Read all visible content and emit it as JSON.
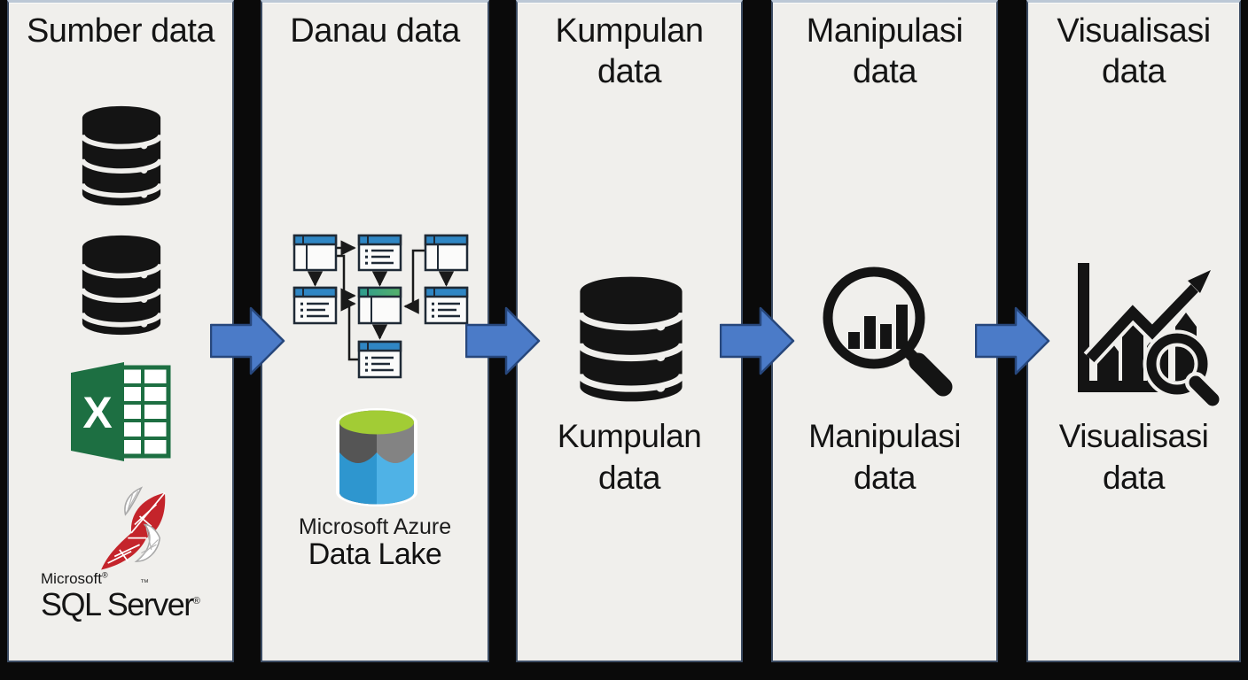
{
  "colors": {
    "background": "#0a0a0a",
    "panel": "#f0efec",
    "panel_border": "#3c4c63",
    "flow_arrow_fill": "#4b7bc8",
    "flow_arrow_border": "#27477c",
    "icon_black": "#141414",
    "schema_table_header_blue": "#2f86c4",
    "schema_center_header_teal": "#2e9c8f",
    "schema_center_header_green": "#55b06a",
    "excel_green": "#1d6f42",
    "sql_red": "#c4242b",
    "lake_top_green": "#a2cc35",
    "lake_body_gray": "#555555",
    "lake_water_blue": "#2e96cf"
  },
  "columns": [
    {
      "header": "Sumber data"
    },
    {
      "header": "Danau data",
      "brand": {
        "line1": "Microsoft Azure",
        "line2": "Data Lake"
      }
    },
    {
      "header": "Kumpulan\ndata",
      "label": "Kumpulan\ndata"
    },
    {
      "header": "Manipulasi\ndata",
      "label": "Manipulasi\ndata"
    },
    {
      "header": "Visualisasi\ndata",
      "label": "Visualisasi\ndata"
    }
  ],
  "sql_server": {
    "microsoft": "Microsoft",
    "registered": "®",
    "product": "SQL Server",
    "trademark": "™"
  },
  "excel": {
    "letter": "X"
  },
  "icons": {
    "column1": [
      "database-icon",
      "database-icon",
      "excel-icon",
      "sql-server-logo"
    ],
    "column2": [
      "database-schema-icon",
      "azure-data-lake-icon"
    ],
    "column3": [
      "database-icon"
    ],
    "column4": [
      "magnifier-bar-chart-icon"
    ],
    "column5": [
      "chart-magnifier-icon"
    ]
  },
  "flow": {
    "arrow_count": 4,
    "direction": "right"
  }
}
